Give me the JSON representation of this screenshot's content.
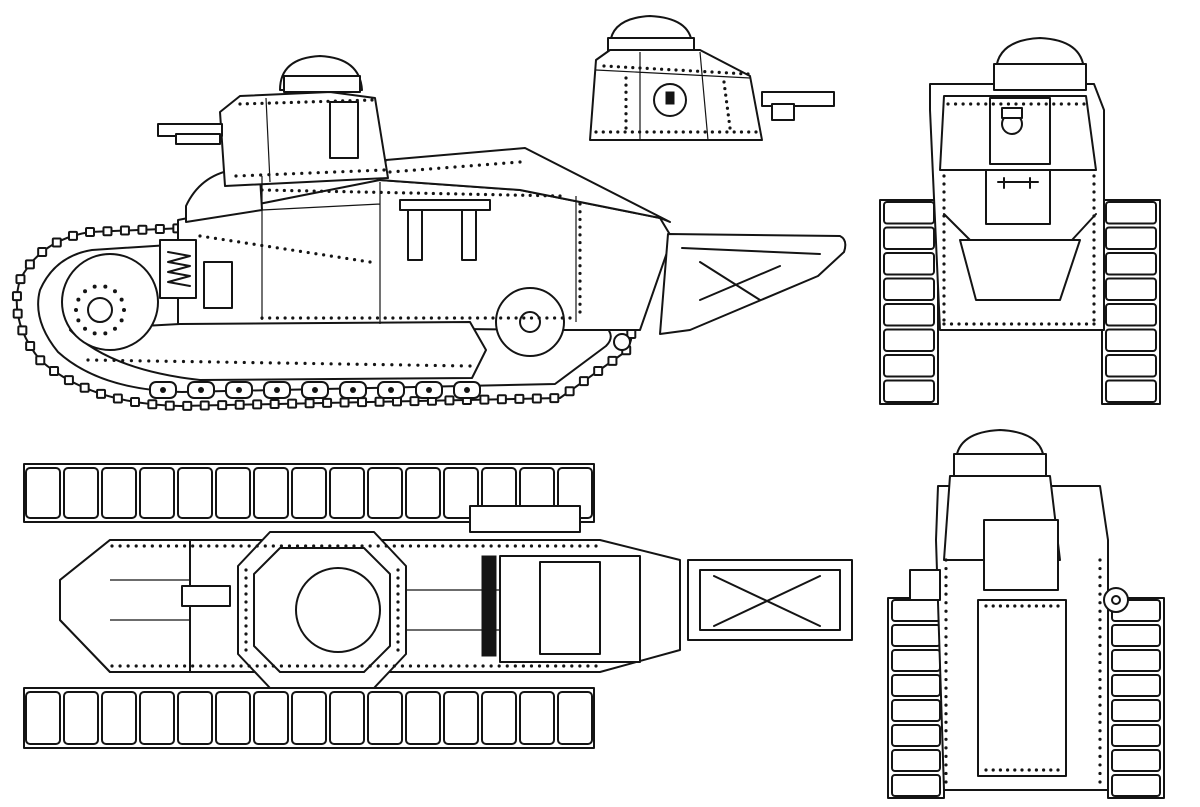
{
  "drawing": {
    "subject": "",
    "views": [
      {
        "id": "side-elevation"
      },
      {
        "id": "turret-detail"
      },
      {
        "id": "front-elevation"
      },
      {
        "id": "plan-view"
      },
      {
        "id": "rear-elevation"
      }
    ]
  },
  "colors": {
    "ink": "#141414",
    "paper": "#ffffff"
  }
}
